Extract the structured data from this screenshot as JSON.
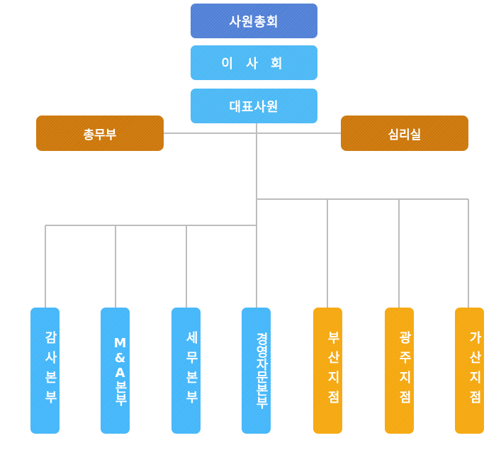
{
  "colors": {
    "assembly": "#4f7fd6",
    "board": "#4ab8f5",
    "ceo": "#4ab8f5",
    "staff": "#cc7608",
    "division": "#42b6fa",
    "branch": "#f5a70c",
    "connector": "#bdbdbd"
  },
  "top": {
    "assembly": "사원총회",
    "board": "이 사 회",
    "ceo": "대표사원"
  },
  "staff": {
    "left": "총무부",
    "right": "심리실"
  },
  "departments": [
    {
      "label": "감사본부",
      "type": "division"
    },
    {
      "label": "M&A본부",
      "type": "division"
    },
    {
      "label": "세무본부",
      "type": "division"
    },
    {
      "label": "경영자문본부",
      "type": "division"
    },
    {
      "label": "부산지점",
      "type": "branch"
    },
    {
      "label": "광주지점",
      "type": "branch"
    },
    {
      "label": "가산지점",
      "type": "branch"
    }
  ]
}
